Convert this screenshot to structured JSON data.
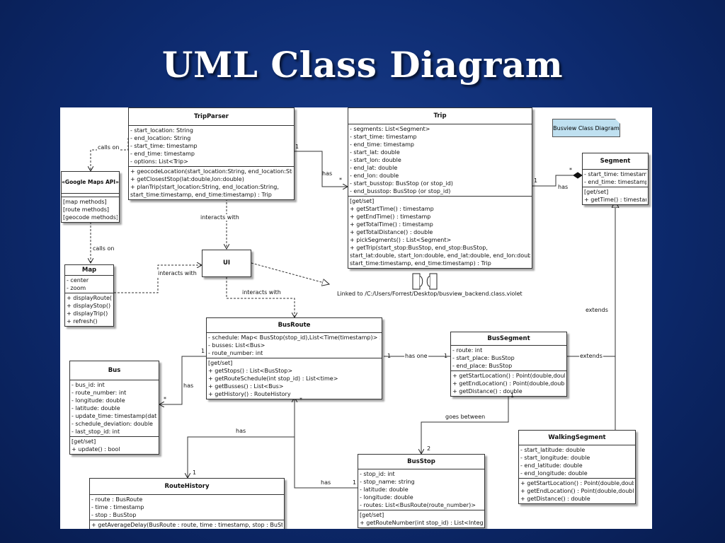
{
  "title": "UML Class Diagram",
  "note": "Busview Class Diagram",
  "link_text": "Linked to /C:/Users/Forrest/Desktop/busview_backend.class.violet",
  "classes": {
    "tripparser": {
      "name": "TripParser",
      "attrs": [
        "- start_location: String",
        "- end_location: String",
        "- start_time: timestamp",
        "- end_time: timestamp",
        "- options: List<Trip>"
      ],
      "ops": [
        "+ geocodeLocation(start_location:String, end_location:String)",
        "+ getClosestStop(lat:double,lon:double)",
        "+ planTrip(start_location:String, end_location:String,",
        "start_time:timestamp, end_time:timestamp) : Trip"
      ]
    },
    "trip": {
      "name": "Trip",
      "attrs": [
        "- segments: List<Segment>",
        "- start_time: timestamp",
        "- end_time: timestamp",
        "- start_lat: double",
        "- start_lon: double",
        "- end_lat: double",
        "- end_lon: double",
        "- start_busstop: BusStop (or stop_id)",
        "- end_busstop: BusStop (or stop_id)"
      ],
      "ops": [
        "[get/set]",
        "+ getStartTime() : timestamp",
        "+ getEndTime() : timestamp",
        "+ getTotalTime() : timestamp",
        "+ getTotalDistance() : double",
        "+ pickSegments() : List<Segment>",
        "+ getTrip(start_stop:BusStop, end_stop:BusStop,",
        "start_lat:double, start_lon:double, end_lat:double, end_lon:double,",
        "start_time:timestamp, end_time:timestamp) : Trip"
      ]
    },
    "segment": {
      "name": "Segment",
      "attrs": [
        "- start_time: timestamp",
        "- end_time: timestamp"
      ],
      "ops": [
        "[get/set]",
        "+ getTime() : timestamp"
      ]
    },
    "googlemaps": {
      "name": "«Google Maps API»",
      "ops": [
        "[map methods]",
        "[route methods]",
        "[geocode methods]"
      ]
    },
    "map": {
      "name": "Map",
      "attrs": [
        "- center",
        "- zoom"
      ],
      "ops": [
        "+ displayRoute()",
        "+ displayStop()",
        "+ displayTrip()",
        "+ refresh()"
      ]
    },
    "ui": {
      "name": "UI"
    },
    "busroute": {
      "name": "BusRoute",
      "attrs": [
        "- schedule: Map< BusStop(stop_id),List<Time(timestamp)> >",
        "- busses: List<Bus>",
        "- route_number: int"
      ],
      "ops": [
        "[get/set]",
        "+ getStops() : List<BusStop>",
        "+ getRouteSchedule(int stop_id) : List<time>",
        "+ getBusses() : List<Bus>",
        "+ getHistory() : RouteHistory"
      ]
    },
    "bussegment": {
      "name": "BusSegment",
      "attrs": [
        "- route: int",
        "- start_place: BusStop",
        "- end_place: BusStop"
      ],
      "ops": [
        "+ getStartLocation() : Point(double,double)",
        "+ getEndLocation() : Point(double,double)",
        "+ getDistance() : double"
      ]
    },
    "bus": {
      "name": "Bus",
      "attrs": [
        "- bus_id: int",
        "- route_number: int",
        "- longitude: double",
        "- latitude: double",
        "- update_time: timestamp(date)",
        "- schedule_deviation: double",
        "- last_stop_id: int"
      ],
      "ops": [
        "[get/set]",
        "+ update() : bool"
      ]
    },
    "walkingsegment": {
      "name": "WalkingSegment",
      "attrs": [
        "- start_latitude: double",
        "- start_longitude: double",
        "- end_latitude: double",
        "- end_longitude: double"
      ],
      "ops": [
        "+ getStartLocation() : Point(double,double)",
        "+ getEndLocation() : Point(double,double)",
        "+ getDistance() : double"
      ]
    },
    "busstop": {
      "name": "BusStop",
      "attrs": [
        "- stop_id: int",
        "- stop_name: string",
        "- latitude: double",
        "- longitude: double",
        "- routes: List<BusRoute(route_number)>"
      ],
      "ops": [
        "[get/set]",
        "+ getRouteNumber(int stop_id) : List<Integer>"
      ]
    },
    "routehistory": {
      "name": "RouteHistory",
      "attrs": [
        "- route : BusRoute",
        "- time : timestamp",
        "- stop : BusStop"
      ],
      "ops": [
        "+ getAverageDelay(BusRoute : route, time : timestamp, stop : BuStop)"
      ]
    }
  },
  "labels": {
    "calls_on_1": "calls on",
    "calls_on_2": "calls on",
    "interacts_with_1": "interacts with",
    "interacts_with_2": "interacts with",
    "interacts_with_3": "interacts with",
    "has_trip": "has",
    "mult_trip_1": "1",
    "mult_trip_star": "*",
    "has_segment": "has",
    "mult_seg_1": "1",
    "mult_seg_star": "*",
    "extends_1": "extends",
    "extends_2": "extends",
    "has_one": "has one",
    "mult_hasone_1a": "1",
    "mult_hasone_1b": "1",
    "has_bus": "has",
    "mult_bus_1": "1",
    "mult_bus_star": "*",
    "goes_between": "goes between",
    "mult_goes_1": "1",
    "mult_goes_2": "2",
    "has_history": "has",
    "mult_hist_1": "1",
    "has_stop": "has",
    "mult_stop_1": "1",
    "mult_stop_star": "*"
  }
}
